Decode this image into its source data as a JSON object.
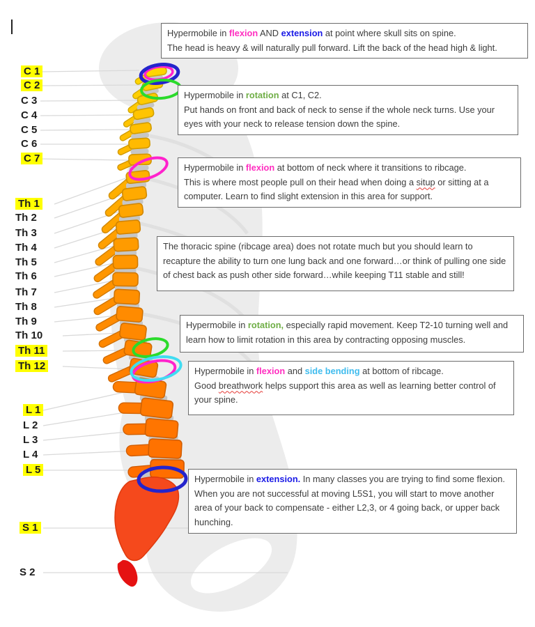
{
  "palette": {
    "highlight": "#FFFF00",
    "text": "#3D3D3D",
    "box_border": "#6B6B6B",
    "leader_line": "#D9D9D9",
    "silhouette": "#ECECEC",
    "disc": "#C6C6C6",
    "spine_top": "#FFD400",
    "spine_mid": "#FF9800",
    "spine_low": "#FF6E00",
    "sacrum": "#F5491C",
    "coccyx": "#E51212",
    "flexion_text": "#FF2EC0",
    "extension_text": "#1A1AE6",
    "rotation_text": "#6FAE46",
    "side_bending_text": "#3FBCEE",
    "circle_blue": "#2424CC",
    "circle_green": "#2BDB2B",
    "circle_magenta": "#FF22CC",
    "circle_cyan": "#40DCF2"
  },
  "vertebra_labels": [
    {
      "label": "C 1",
      "highlighted": true
    },
    {
      "label": "C 2",
      "highlighted": true
    },
    {
      "label": "C 3",
      "highlighted": false
    },
    {
      "label": "C 4",
      "highlighted": false
    },
    {
      "label": "C 5",
      "highlighted": false
    },
    {
      "label": "C 6",
      "highlighted": false
    },
    {
      "label": "C 7",
      "highlighted": true
    },
    {
      "label": "Th 1",
      "highlighted": true
    },
    {
      "label": "Th 2",
      "highlighted": false
    },
    {
      "label": "Th 3",
      "highlighted": false
    },
    {
      "label": "Th 4",
      "highlighted": false
    },
    {
      "label": "Th 5",
      "highlighted": false
    },
    {
      "label": "Th 6",
      "highlighted": false
    },
    {
      "label": "Th 7",
      "highlighted": false
    },
    {
      "label": "Th 8",
      "highlighted": false
    },
    {
      "label": "Th 9",
      "highlighted": false
    },
    {
      "label": "Th 10",
      "highlighted": false
    },
    {
      "label": "Th 11",
      "highlighted": true
    },
    {
      "label": "Th 12",
      "highlighted": true
    },
    {
      "label": "L 1",
      "highlighted": true
    },
    {
      "label": "L 2",
      "highlighted": false
    },
    {
      "label": "L 3",
      "highlighted": false
    },
    {
      "label": "L 4",
      "highlighted": false
    },
    {
      "label": "L 5",
      "highlighted": true
    },
    {
      "label": "S 1",
      "highlighted": true
    },
    {
      "label": "S 2",
      "highlighted": false
    }
  ],
  "notes": [
    {
      "name": "skull-note",
      "segments": [
        {
          "t": "Hypermobile in "
        },
        {
          "t": "flexion",
          "color": "flexion_text",
          "bold": true
        },
        {
          "t": " AND "
        },
        {
          "t": "extension",
          "color": "extension_text",
          "bold": true
        },
        {
          "t": " at point where skull sits on spine.\n"
        },
        {
          "t": "The head is heavy & will naturally pull forward. Lift the back of the head high & light."
        }
      ]
    },
    {
      "name": "c1c2-note",
      "segments": [
        {
          "t": "Hypermobile in "
        },
        {
          "t": "rotation",
          "color": "rotation_text",
          "bold": true
        },
        {
          "t": " at C1, C2.\n"
        },
        {
          "t": "Put hands on front and back of neck to sense if the whole neck turns. Use your eyes with your neck to release tension down the spine."
        }
      ]
    },
    {
      "name": "c7-note",
      "segments": [
        {
          "t": "Hypermobile in "
        },
        {
          "t": "flexion",
          "color": "flexion_text",
          "bold": true
        },
        {
          "t": " at bottom of neck where it transitions to ribcage.\n"
        },
        {
          "t": "This is where most people pull on their head when doing a "
        },
        {
          "t": "situp",
          "wavy": true
        },
        {
          "t": " or sitting at a computer. Learn to find slight extension in this area for support."
        }
      ]
    },
    {
      "name": "thoracic-note",
      "segments": [
        {
          "t": "The thoracic spine (ribcage area) does not rotate much but you should learn to recapture the ability to turn one lung back and one forward…or think of pulling one side of chest back as push other side forward…while keeping T11 stable and still!"
        }
      ]
    },
    {
      "name": "rotation-note",
      "segments": [
        {
          "t": "Hypermobile in "
        },
        {
          "t": "rotation,",
          "color": "rotation_text",
          "bold": true
        },
        {
          "t": " especially rapid movement. Keep T2-10 turning well and learn how to limit rotation in this area by contracting opposing muscles."
        }
      ]
    },
    {
      "name": "th12-note",
      "segments": [
        {
          "t": "Hypermobile in "
        },
        {
          "t": "flexion",
          "color": "flexion_text",
          "bold": true
        },
        {
          "t": " and "
        },
        {
          "t": "side bending",
          "color": "side_bending_text",
          "bold": true
        },
        {
          "t": " at bottom of ribcage.\n"
        },
        {
          "t": "Good "
        },
        {
          "t": "breathwork",
          "wavy": true
        },
        {
          "t": " helps support this area as well as learning better control of your spine."
        }
      ]
    },
    {
      "name": "l5s1-note",
      "segments": [
        {
          "t": "Hypermobile in "
        },
        {
          "t": "extension.",
          "color": "extension_text",
          "bold": true
        },
        {
          "t": " In many classes you are trying to find some flexion. When you are not successful at moving L5S1, you will start to move another area of your back to compensate - either L2,3, or 4 going back, or upper back hunching."
        }
      ]
    }
  ],
  "spine_circles": [
    {
      "name": "c1-inner-circle",
      "color_key": "circle_magenta"
    },
    {
      "name": "c1-outer-circle",
      "color_key": "circle_blue"
    },
    {
      "name": "c2-circle",
      "color_key": "circle_green"
    },
    {
      "name": "c7-circle",
      "color_key": "circle_magenta"
    },
    {
      "name": "th11-circle",
      "color_key": "circle_green"
    },
    {
      "name": "th12-circle-magenta",
      "color_key": "circle_magenta"
    },
    {
      "name": "th12-circle-cyan",
      "color_key": "circle_cyan"
    },
    {
      "name": "l5-circle",
      "color_key": "circle_blue"
    }
  ]
}
